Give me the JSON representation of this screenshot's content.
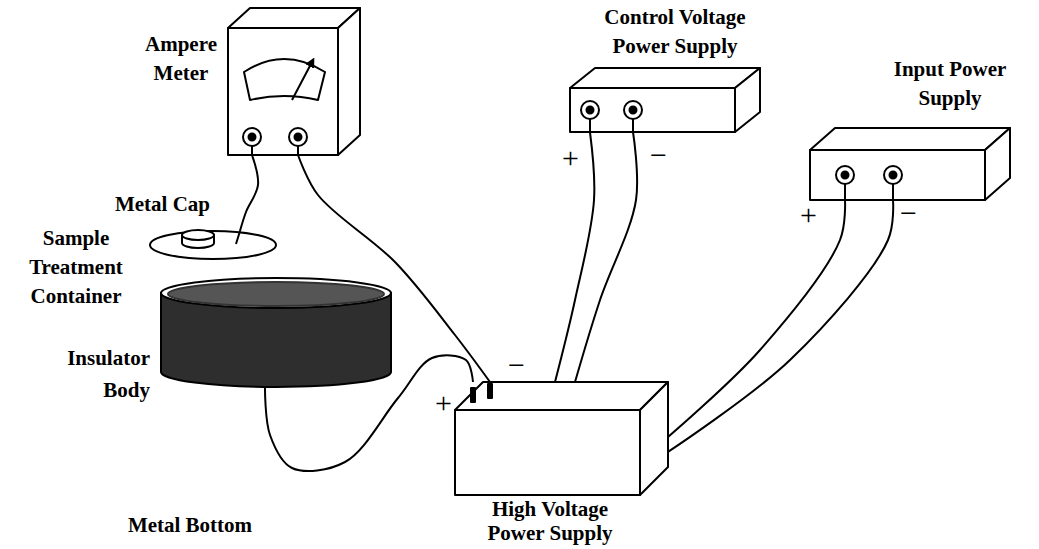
{
  "diagram": {
    "nodes": [
      {
        "text": [
          "Ampere Meter"
        ]
      },
      {
        "text": [
          "Metal Cap"
        ]
      },
      {
        "text": [
          "Sample Treatment Container",
          "Insulator Body",
          "Metal Bottom"
        ]
      },
      {
        "text": [
          "Control Voltage Power Supply"
        ]
      },
      {
        "text": [
          "Input Power Supply"
        ]
      },
      {
        "text": [
          "High Voltage Power Supply"
        ]
      }
    ],
    "edges": [
      {
        "from": 0,
        "to": 1,
        "arrow": "none"
      },
      {
        "from": 0,
        "to": 5,
        "arrow": "none"
      },
      {
        "from": 5,
        "to": 2,
        "arrow": "none"
      },
      {
        "from": 3,
        "to": 5,
        "arrow": "none"
      },
      {
        "from": 3,
        "to": 5,
        "arrow": "none"
      },
      {
        "from": 4,
        "to": 5,
        "arrow": "none"
      },
      {
        "from": 4,
        "to": 5,
        "arrow": "none"
      }
    ],
    "labels": [
      "+",
      "−",
      "+",
      "−",
      "+",
      "−"
    ]
  }
}
